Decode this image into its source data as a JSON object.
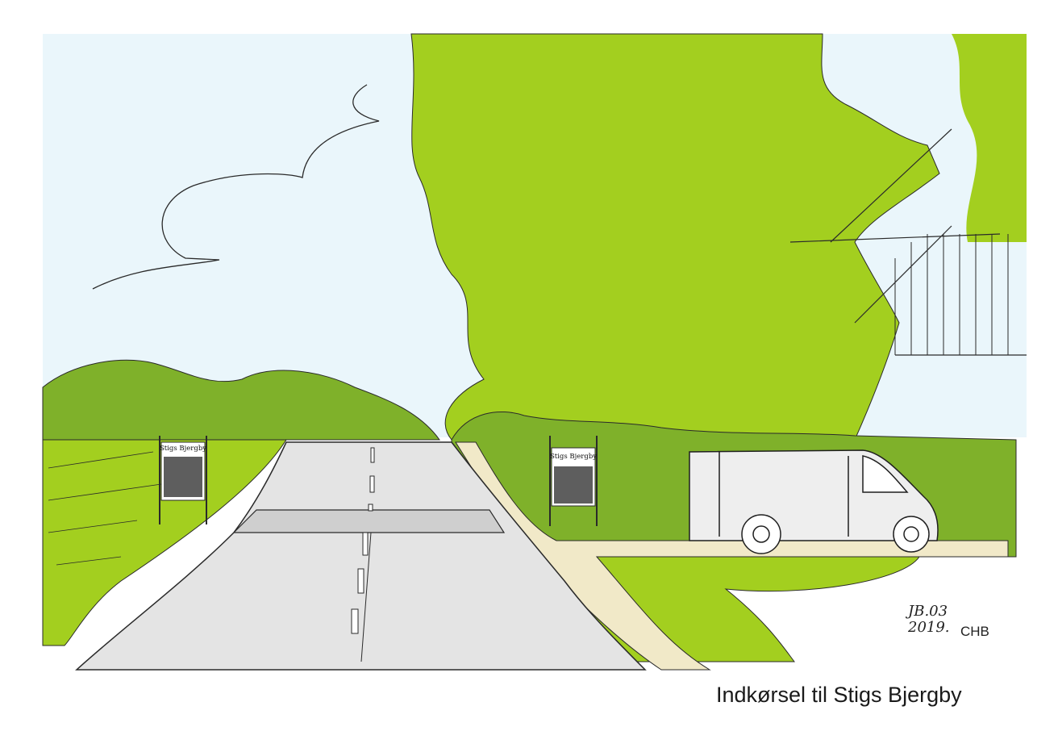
{
  "illustration": {
    "signs": {
      "left_sign_text": "Stigs Bjergby",
      "right_sign_text": "Stigs Bjergby"
    },
    "signature": {
      "line1": "JB.03",
      "line2": "2019.",
      "initials": "CHB"
    },
    "caption": "Indkørsel til Stigs Bjergby"
  },
  "colors": {
    "sky": "#eaf6fb",
    "foliage_light": "#a3cf1f",
    "foliage_dark": "#7fb12a",
    "road": "#e4e4e4",
    "path": "#f1e9c8",
    "van": "#eeeeee",
    "ink": "#1f1f1f"
  }
}
